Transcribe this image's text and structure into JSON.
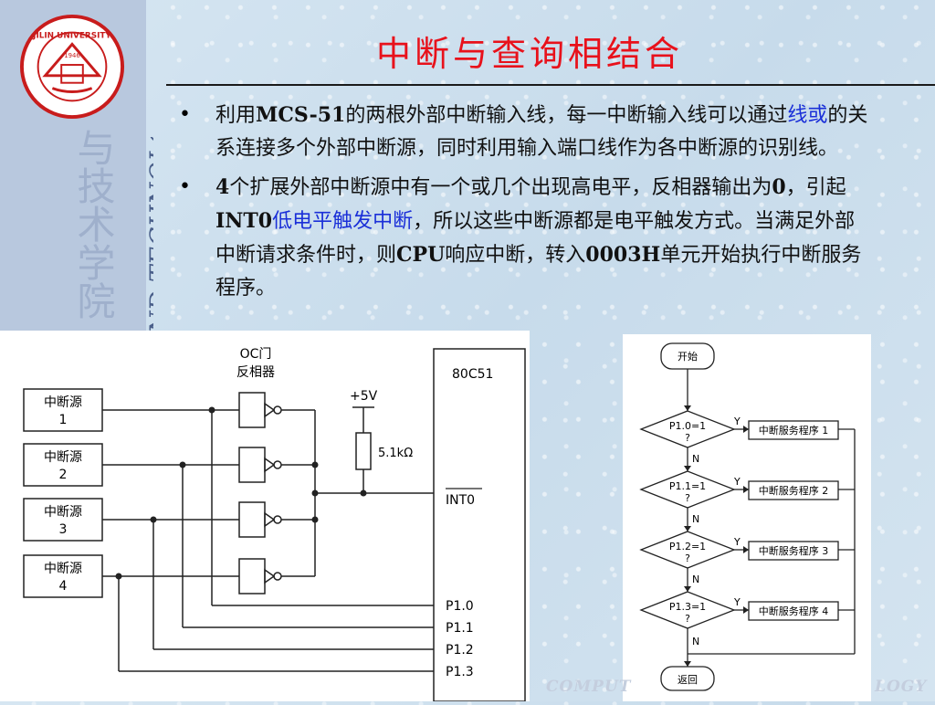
{
  "slide": {
    "title": "中断与查询相结合",
    "bullets": [
      {
        "parts": [
          "利用",
          "MCS-51",
          "的两根外部中断输入线，每一中断输入线可以通过",
          "线或",
          "的关系连接多个外部中断源，同时利用输入端口线作为各中断源的识别线。"
        ]
      },
      {
        "parts": [
          "4",
          "个扩展外部中断源中有一个或几个出现高电平，反相器输出为",
          "0",
          "，引起",
          "INT0",
          "低电平触发中断",
          "，所以这些中断源都是电平触发方式。当满足外部中断请求条件时，则",
          "CPU",
          "响应中断，转入",
          "0003H",
          "单元开始执行中断服务程序。"
        ]
      }
    ]
  },
  "sidebar": {
    "logo_text": "JILIN UNIVERSITY CHINA",
    "logo_year": "1946",
    "vertical_en": "ND TECHNOLOGY",
    "vertical_cn": "与技术学院"
  },
  "circuit": {
    "gate_label_line1": "OC门",
    "gate_label_line2": "反相器",
    "chip": "80C51",
    "vcc": "+5V",
    "resistor": "5.1kΩ",
    "int_pin": "INT0",
    "sources": [
      "中断源\n1",
      "中断源\n2",
      "中断源\n3",
      "中断源\n4"
    ],
    "source_line1": "中断源",
    "source_nums": [
      "1",
      "2",
      "3",
      "4"
    ],
    "ports": [
      "P1.0",
      "P1.1",
      "P1.2",
      "P1.3"
    ]
  },
  "flow": {
    "start": "开始",
    "end": "返回",
    "yes": "Y",
    "no": "N",
    "q": "?",
    "conditions": [
      "P1.0=1",
      "P1.1=1",
      "P1.2=1",
      "P1.3=1"
    ],
    "services": [
      "中断服务程序 1",
      "中断服务程序 2",
      "中断服务程序 3",
      "中断服务程序 4"
    ]
  },
  "footer": {
    "left": "COMPUT",
    "right": "LOGY"
  },
  "colors": {
    "title": "#e8111b",
    "link": "#1a2fd8"
  }
}
